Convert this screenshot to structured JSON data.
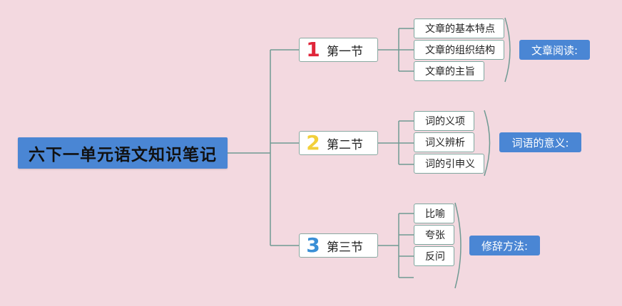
{
  "root": {
    "title": "六下一单元语文知识笔记"
  },
  "sections": [
    {
      "number": "1",
      "number_color": "#e0263a",
      "label": "第一节",
      "items": [
        "文章的基本特点",
        "文章的组织结构",
        "文章的主旨"
      ],
      "tag": "文章阅读:"
    },
    {
      "number": "2",
      "number_color": "#f2cf3a",
      "label": "第二节",
      "items": [
        "词的义项",
        "词义辨析",
        "词的引申义"
      ],
      "tag": "词语的意义:"
    },
    {
      "number": "3",
      "number_color": "#3a8fd6",
      "label": "第三节",
      "items": [
        "比喻",
        "夸张",
        "反问",
        ""
      ],
      "tag": "修辞方法:"
    }
  ],
  "colors": {
    "background": "#f3d9e0",
    "line": "#6f9a93",
    "accent": "#4a86d4"
  }
}
